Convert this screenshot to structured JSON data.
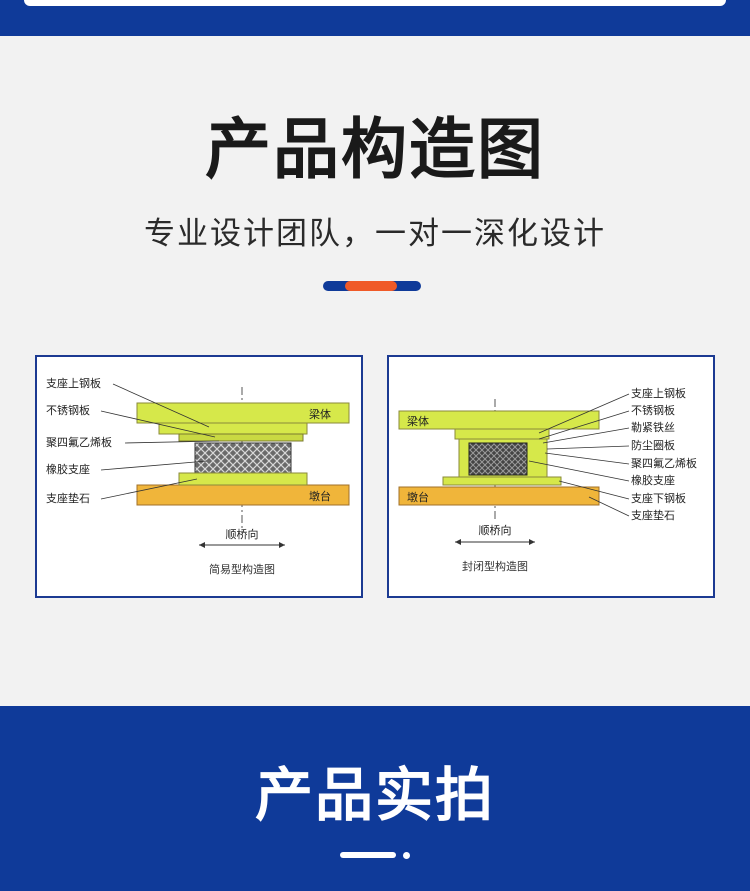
{
  "header": {
    "title": "产品构造图",
    "subtitle": "专业设计团队，一对一深化设计"
  },
  "diagrams": [
    {
      "caption": "简易型构造图",
      "direction_label": "顺桥向",
      "beam_label": "梁体",
      "pier_label": "墩台",
      "parts": [
        "支座上钢板",
        "不锈钢板",
        "聚四氟乙烯板",
        "橡胶支座",
        "支座垫石"
      ]
    },
    {
      "caption": "封闭型构造图",
      "direction_label": "顺桥向",
      "beam_label": "梁体",
      "pier_label": "墩台",
      "parts": [
        "支座上钢板",
        "不锈钢板",
        "勒紧铁丝",
        "防尘圈板",
        "聚四氟乙烯板",
        "橡胶支座",
        "支座下钢板",
        "支座垫石"
      ]
    }
  ],
  "footer": {
    "title": "产品实拍"
  },
  "colors": {
    "brand_blue": "#0f3a99",
    "accent_orange": "#f05a28",
    "beam_green": "#d6e84a",
    "pier_orange": "#f0b53a"
  }
}
